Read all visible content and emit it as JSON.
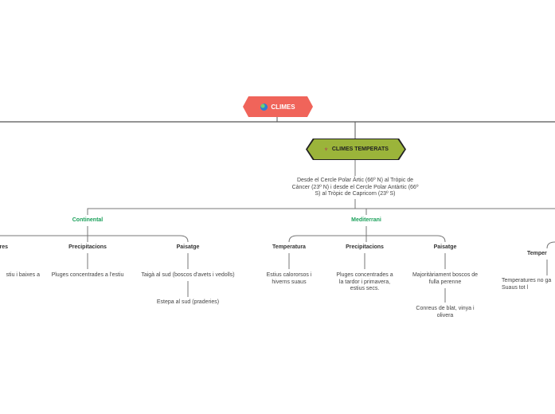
{
  "root": {
    "label": "CLIMES",
    "icon": "globe-icon"
  },
  "temperate": {
    "label": "CLIMES TEMPERATS",
    "icon": "plant-icon"
  },
  "description": "Desde el Cercle Polar Àrtic (66º N) al Tròpic de Càncer (23º N) i desde el Cercle Polar Antàrtic (66º S) al Tròpic de Capricorn (23º S)",
  "continental": {
    "label": "Continental",
    "temp_label": "res",
    "temp_text": "stiu i baixes a",
    "precip_label": "Precipitacions",
    "precip_text": "Pluges concentrades a l'estiu",
    "land_label": "Paisatge",
    "land_text": "Taigà al sud (boscos d'avets i vedolls)",
    "land_text2": "Estepa al sud (praderies)"
  },
  "mediterranean": {
    "label": "Mediterrani",
    "temp_label": "Temperatura",
    "temp_text": "Estius calororsos i hiverns suaus",
    "precip_label": "Precipitacions",
    "precip_text": "Pluges concentrades a la tardor i primavera, estius secs.",
    "land_label": "Paisatge",
    "land_text": "Majoritàriament boscos de fulla perenne",
    "land_text2": "Conreus de blat, vinya i olivera"
  },
  "oceanic": {
    "temp_label": "Temper",
    "temp_text": "Temperatures no ga Suaus tot l"
  },
  "colors": {
    "root_fill": "#f0645a",
    "temperate_fill": "#9bb43a",
    "category_text": "#1aa05a",
    "line": "#888888"
  }
}
